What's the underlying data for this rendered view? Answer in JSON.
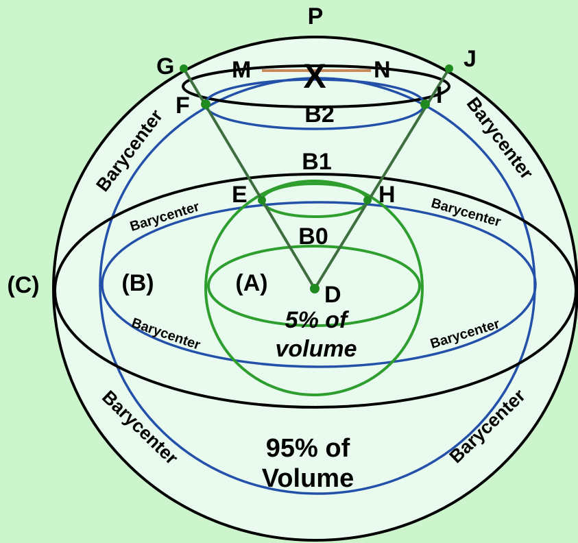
{
  "colors": {
    "background": "#cdf5cd",
    "sphere_fill": "#e9fbef",
    "outer": "#000000",
    "blue": "#2350a8",
    "green": "#2e9e2e",
    "cone_line": "#3d6e3d",
    "mn_line": "#c9895a",
    "point": "#1f8a1f"
  },
  "labels": {
    "P": "P",
    "G": "G",
    "J": "J",
    "M": "M",
    "N": "N",
    "X": "X",
    "F": "F",
    "I": "I",
    "E": "E",
    "H": "H",
    "D": "D",
    "B0": "B0",
    "B1": "B1",
    "B2": "B2",
    "A": "(A)",
    "B": "(B)",
    "C": "(C)",
    "barycenter": "Barycenter",
    "inner_volume_1": "5% of",
    "inner_volume_2": "volume",
    "outer_volume_1": "95% of",
    "outer_volume_2": "Volume"
  }
}
